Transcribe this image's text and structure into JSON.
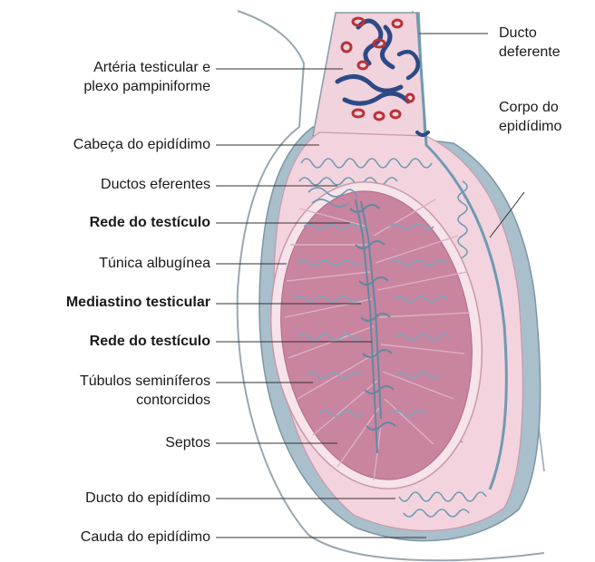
{
  "labels": {
    "arteria": [
      "Artéria testicular e",
      "plexo pampiniforme"
    ],
    "cabeca": "Cabeça do epidídimo",
    "ductos_eferentes": "Ductos eferentes",
    "rede_1": "Rede do testículo",
    "tunica": "Túnica albugínea",
    "mediastino": "Mediastino testicular",
    "rede_2": "Rede do testículo",
    "tubulos": [
      "Túbulos seminíferos",
      "contorcidos"
    ],
    "septos": "Septos",
    "ducto_epididimo": "Ducto do epidídimo",
    "cauda": "Cauda do epidídimo",
    "ducto_deferente": [
      "Ducto",
      "deferente"
    ],
    "corpo": [
      "Corpo do",
      "epidídimo"
    ]
  },
  "colors": {
    "testis": "#c9849f",
    "epididymis": "#f3d4de",
    "tunica": "#f7e3ea",
    "sheath": "#a9bfcb",
    "tubule": "#6f9ab0",
    "artery": "#b8323a",
    "vein": "#2d4a86",
    "line": "#333333"
  }
}
